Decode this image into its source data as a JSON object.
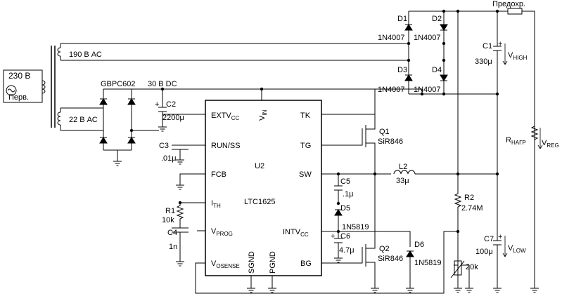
{
  "transformer": {
    "primary_voltage": "230 В",
    "primary_label": "Перв.",
    "sec1": "190 В АС",
    "sec2": "22 В АС"
  },
  "bridge": {
    "name": "GBPC602",
    "out": "30 В DC"
  },
  "ic": {
    "ref": "U2",
    "part": "LTC1625",
    "pins": {
      "extv": "EXTV",
      "extv_sub": "CC",
      "run": "RUN/SS",
      "fcb": "FCB",
      "ith": "I",
      "ith_sub": "TH",
      "vprog": "V",
      "vprog_sub": "PROG",
      "vosense": "V",
      "vosense_sub": "OSENSE",
      "vin": "V",
      "vin_sub": "IN",
      "tk": "TK",
      "tg": "TG",
      "sw": "SW",
      "intv": "INTV",
      "intv_sub": "CC",
      "bg": "BG",
      "sgnd": "SGND",
      "pgnd": "PGND"
    }
  },
  "components": {
    "c2": "C2",
    "c2_val": "2200μ",
    "c3": "C3",
    "c3_val": ".01μ",
    "r1": "R1",
    "r1_val": "10k",
    "c4": "C4",
    "c4_val": "1n",
    "q1": "Q1",
    "q1_part": "SiR846",
    "q2": "Q2",
    "q2_part": "SiR846",
    "c5": "C5",
    "c5_val": ".1μ",
    "d5": "D5",
    "d5_part": "1N5819",
    "c6": "C6",
    "c6_val": "4.7μ",
    "d6": "D6",
    "d6_part": "1N5819",
    "l2": "L2",
    "l2_val": "33μ",
    "r2": "R2",
    "r2_val": "2.74M",
    "pot_val": "20k",
    "d1": "D1",
    "d2": "D2",
    "d3": "D3",
    "d4": "D4",
    "d1_part": "1N4007",
    "d2_part": "1N4007",
    "d3_part": "1N4007",
    "d4_part": "1N4007",
    "c1": "C1",
    "c1_val": "330μ",
    "c7": "C7",
    "c7_val": "100μ",
    "fuse": "Предохр.",
    "rload": "R",
    "rload_sub": "НАГР"
  },
  "voltages": {
    "vhigh": "V",
    "vhigh_sub": "HIGH",
    "vlow": "V",
    "vlow_sub": "LOW",
    "vreg": "V",
    "vreg_sub": "REG"
  },
  "polarity_plus": "+"
}
